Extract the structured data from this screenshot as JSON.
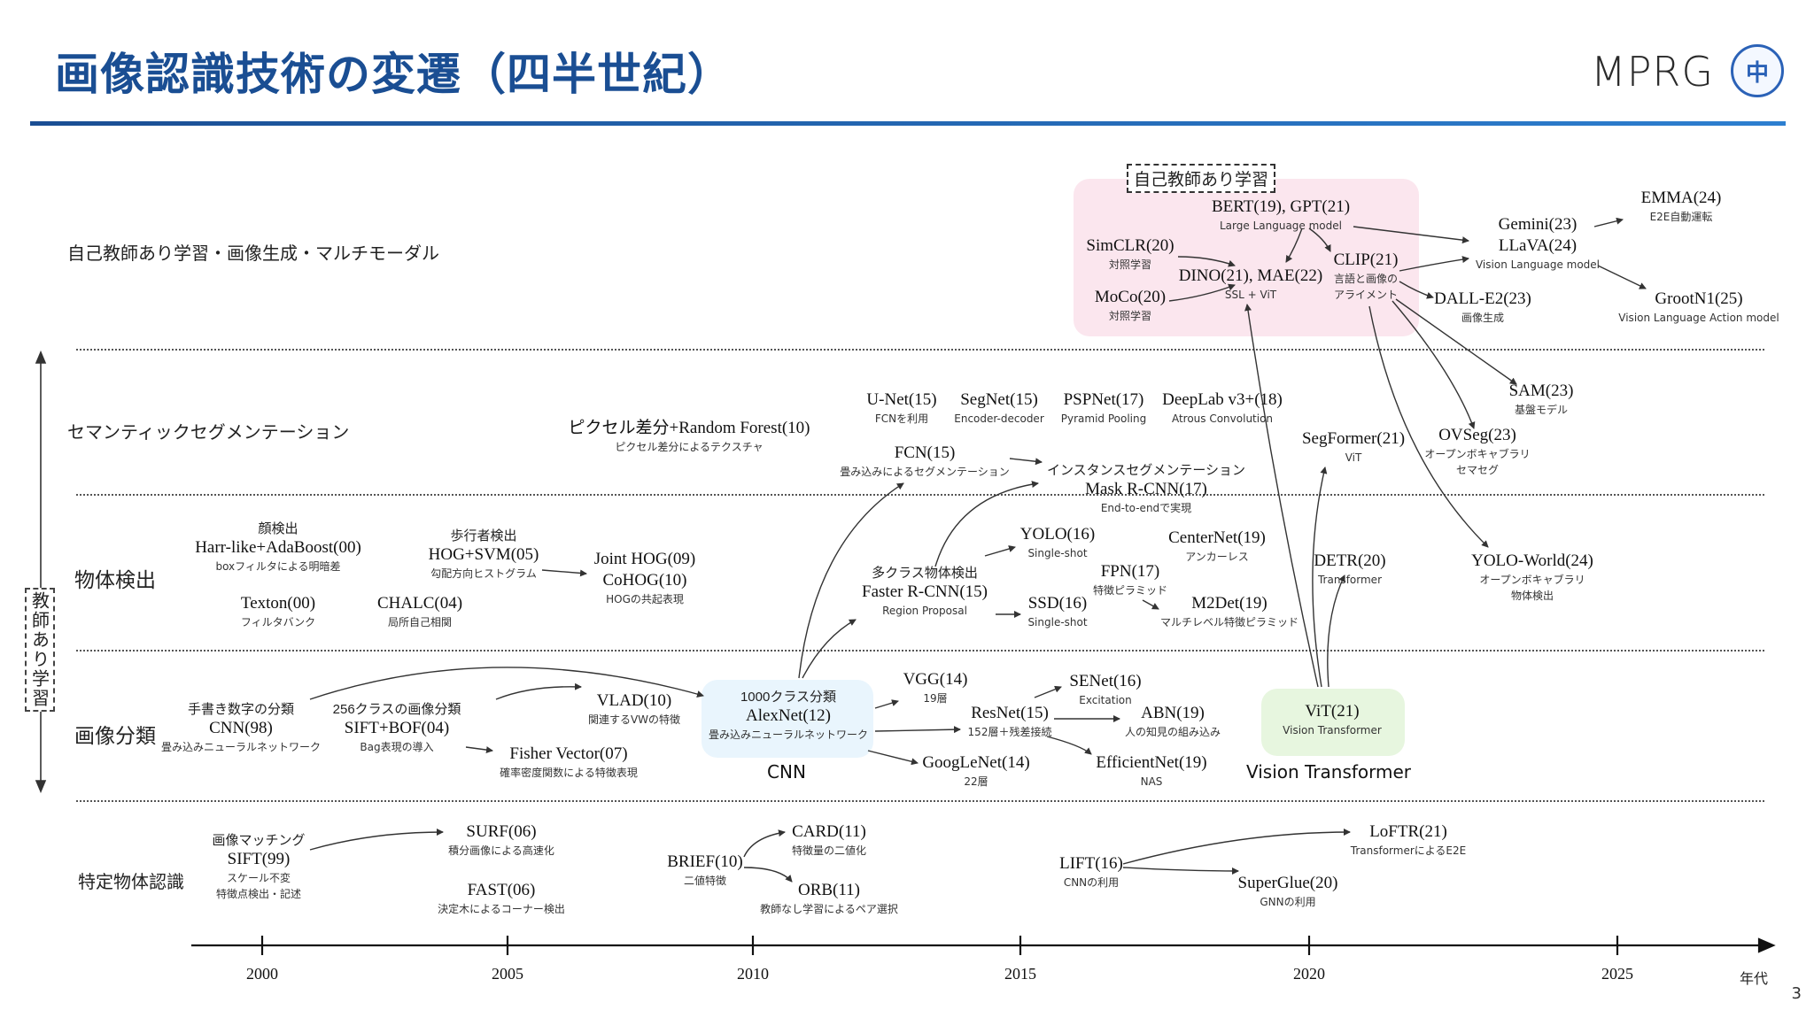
{
  "header": {
    "title": "画像認識技術の変遷（四半世紀）",
    "logo_text": "MPRG",
    "logo_seal": "中"
  },
  "rows": {
    "ssl": "自己教師あり学習・画像生成・マルチモーダル",
    "seg": "セマンティックセグメンテーション",
    "det": "物体検出",
    "cls": "画像分類",
    "spec": "特定物体認識"
  },
  "side_label": "教師あり学習",
  "ssl_tag": "自己教師あり学習",
  "group_labels": {
    "cnn": "CNN",
    "vit": "Vision Transformer"
  },
  "timeline": {
    "ticks": [
      "2000",
      "2005",
      "2010",
      "2015",
      "2020",
      "2025"
    ],
    "unit": "年代"
  },
  "page_number": "3",
  "nodes": {
    "bert": {
      "name": "BERT(19), GPT(21)",
      "sub": "Large Language model"
    },
    "simclr": {
      "name": "SimCLR(20)",
      "sub": "対照学習"
    },
    "dino": {
      "name": "DINO(21), MAE(22)",
      "sub": "SSL + ViT"
    },
    "clip": {
      "name": "CLIP(21)",
      "sub1": "言語と画像の",
      "sub2": "アライメント"
    },
    "moco": {
      "name": "MoCo(20)",
      "sub": "対照学習"
    },
    "gemini": {
      "name1": "Gemini(23)",
      "name2": "LLaVA(24)",
      "sub": "Vision Language model"
    },
    "emma": {
      "name": "EMMA(24)",
      "sub": "E2E自動運転"
    },
    "dalle": {
      "name": "DALL-E2(23)",
      "sub": "画像生成"
    },
    "groot": {
      "name": "GrootN1(25)",
      "sub": "Vision Language Action model"
    },
    "sam": {
      "name": "SAM(23)",
      "sub": "基盤モデル"
    },
    "ovseg": {
      "name": "OVSeg(23)",
      "sub1": "オープンボキャブラリ",
      "sub2": "セマセグ"
    },
    "segformer": {
      "name": "SegFormer(21)",
      "sub": "ViT"
    },
    "unet": {
      "name": "U-Net(15)",
      "sub": "FCNを利用"
    },
    "segnet": {
      "name": "SegNet(15)",
      "sub": "Encoder-decoder"
    },
    "pspnet": {
      "name": "PSPNet(17)",
      "sub": "Pyramid Pooling"
    },
    "deeplab": {
      "name": "DeepLab v3+(18)",
      "sub": "Atrous Convolution"
    },
    "pixel": {
      "name": "ピクセル差分+Random Forest(10)",
      "sub": "ピクセル差分によるテクスチャ"
    },
    "fcn": {
      "name": "FCN(15)",
      "sub": "畳み込みによるセグメンテーション"
    },
    "maskrcnn": {
      "cap": "インスタンスセグメンテーション",
      "name": "Mask R-CNN(17)",
      "sub": "End-to-endで実現"
    },
    "haar": {
      "cap": "顔検出",
      "name": "Harr-like+AdaBoost(00)",
      "sub": "boxフィルタによる明暗差"
    },
    "hog": {
      "cap": "歩行者検出",
      "name": "HOG+SVM(05)",
      "sub": "勾配方向ヒストグラム"
    },
    "jointhog": {
      "name1": "Joint HOG(09)",
      "name2": "CoHOG(10)",
      "sub": "HOGの共起表現"
    },
    "texton": {
      "name": "Texton(00)",
      "sub": "フィルタバンク"
    },
    "chalc": {
      "name": "CHALC(04)",
      "sub": "局所自己相関"
    },
    "yolo": {
      "name": "YOLO(16)",
      "sub": "Single-shot"
    },
    "centernet": {
      "name": "CenterNet(19)",
      "sub": "アンカーレス"
    },
    "fasterrcnn": {
      "cap": "多クラス物体検出",
      "name": "Faster R-CNN(15)",
      "sub": "Region Proposal"
    },
    "fpn": {
      "name": "FPN(17)",
      "sub": "特徴ピラミッド"
    },
    "ssd": {
      "name": "SSD(16)",
      "sub": "Single-shot"
    },
    "m2det": {
      "name": "M2Det(19)",
      "sub": "マルチレベル特徴ピラミッド"
    },
    "detr": {
      "name": "DETR(20)",
      "sub": "Transformer"
    },
    "yoloworld": {
      "name": "YOLO-World(24)",
      "sub1": "オープンボキャブラリ",
      "sub2": "物体検出"
    },
    "cnn98": {
      "cap": "手書き数字の分類",
      "name": "CNN(98)",
      "sub": "畳み込みニューラルネットワーク"
    },
    "siftbof": {
      "cap": "256クラスの画像分類",
      "name": "SIFT+BOF(04)",
      "sub": "Bag表現の導入"
    },
    "vlad": {
      "name": "VLAD(10)",
      "sub": "関連するVWの特徴"
    },
    "fisher": {
      "name": "Fisher Vector(07)",
      "sub": "確率密度関数による特徴表現"
    },
    "alexnet": {
      "cap": "1000クラス分類",
      "name": "AlexNet(12)",
      "sub": "畳み込みニューラルネットワーク"
    },
    "vgg": {
      "name": "VGG(14)",
      "sub": "19層"
    },
    "resnet": {
      "name": "ResNet(15)",
      "sub": "152層＋残差接続"
    },
    "googlenet": {
      "name": "GoogLeNet(14)",
      "sub": "22層"
    },
    "senet": {
      "name": "SENet(16)",
      "sub": "Excitation"
    },
    "abn": {
      "name": "ABN(19)",
      "sub": "人の知見の組み込み"
    },
    "efficientnet": {
      "name": "EfficientNet(19)",
      "sub": "NAS"
    },
    "vit": {
      "name": "ViT(21)",
      "sub": "Vision Transformer"
    },
    "sift": {
      "cap": "画像マッチング",
      "name": "SIFT(99)",
      "sub1": "スケール不変",
      "sub2": "特徴点検出・記述"
    },
    "surf": {
      "name": "SURF(06)",
      "sub": "積分画像による高速化"
    },
    "fast": {
      "name": "FAST(06)",
      "sub": "決定木によるコーナー検出"
    },
    "brief": {
      "name": "BRIEF(10)",
      "sub": "二値特徴"
    },
    "card": {
      "name": "CARD(11)",
      "sub": "特徴量の二値化"
    },
    "orb": {
      "name": "ORB(11)",
      "sub": "教師なし学習によるペア選択"
    },
    "lift": {
      "name": "LIFT(16)",
      "sub": "CNNの利用"
    },
    "loftr": {
      "name": "LoFTR(21)",
      "sub": "TransformerによるE2E"
    },
    "superglue": {
      "name": "SuperGlue(20)",
      "sub": "GNNの利用"
    }
  }
}
